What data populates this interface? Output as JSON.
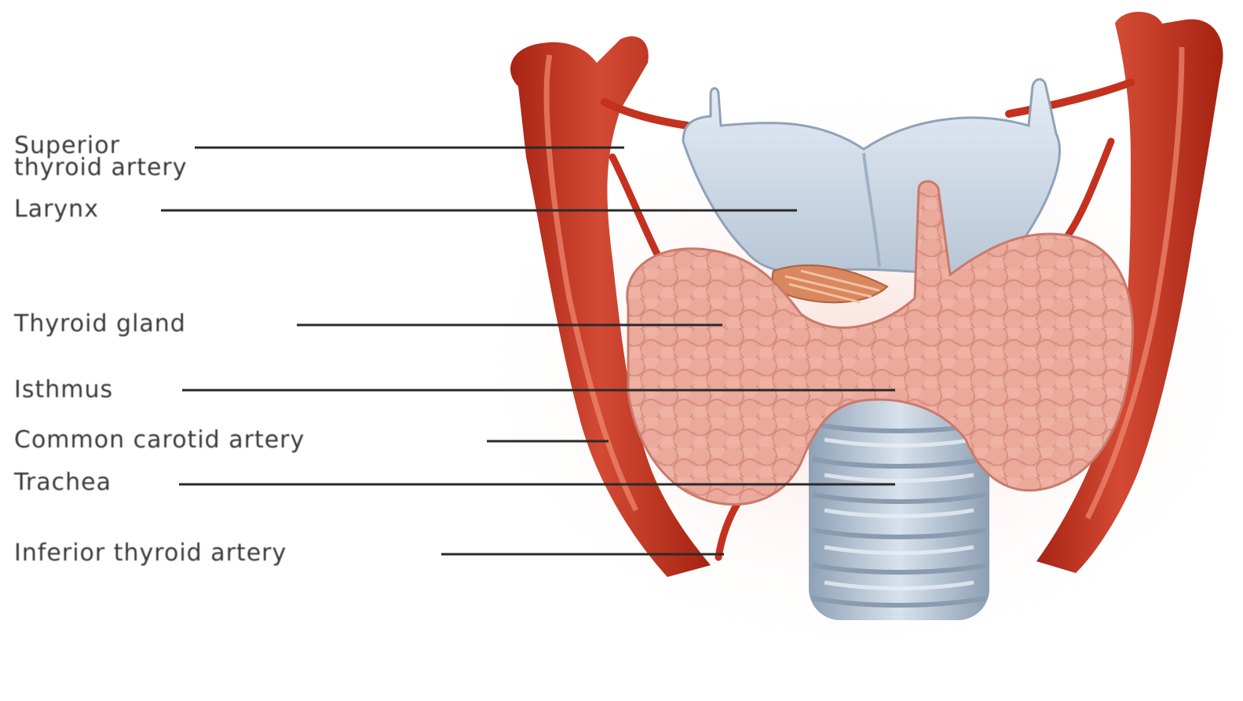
{
  "diagram": {
    "labels": {
      "superior_thyroid_artery": "Superior\nthyroid artery",
      "larynx": "Larynx",
      "thyroid_gland": "Thyroid gland",
      "isthmus": "Isthmus",
      "common_carotid_artery": "Common carotid artery",
      "trachea": "Trachea",
      "inferior_thyroid_artery": "Inferior thyroid artery"
    },
    "colors": {
      "artery": "#c4311f",
      "artery_highlight": "#e0604a",
      "cartilage": "#cdd8e4",
      "thyroid": "#e9a89a",
      "trachea": "#b6c4d4",
      "leader_line": "#2a2a2a"
    }
  }
}
